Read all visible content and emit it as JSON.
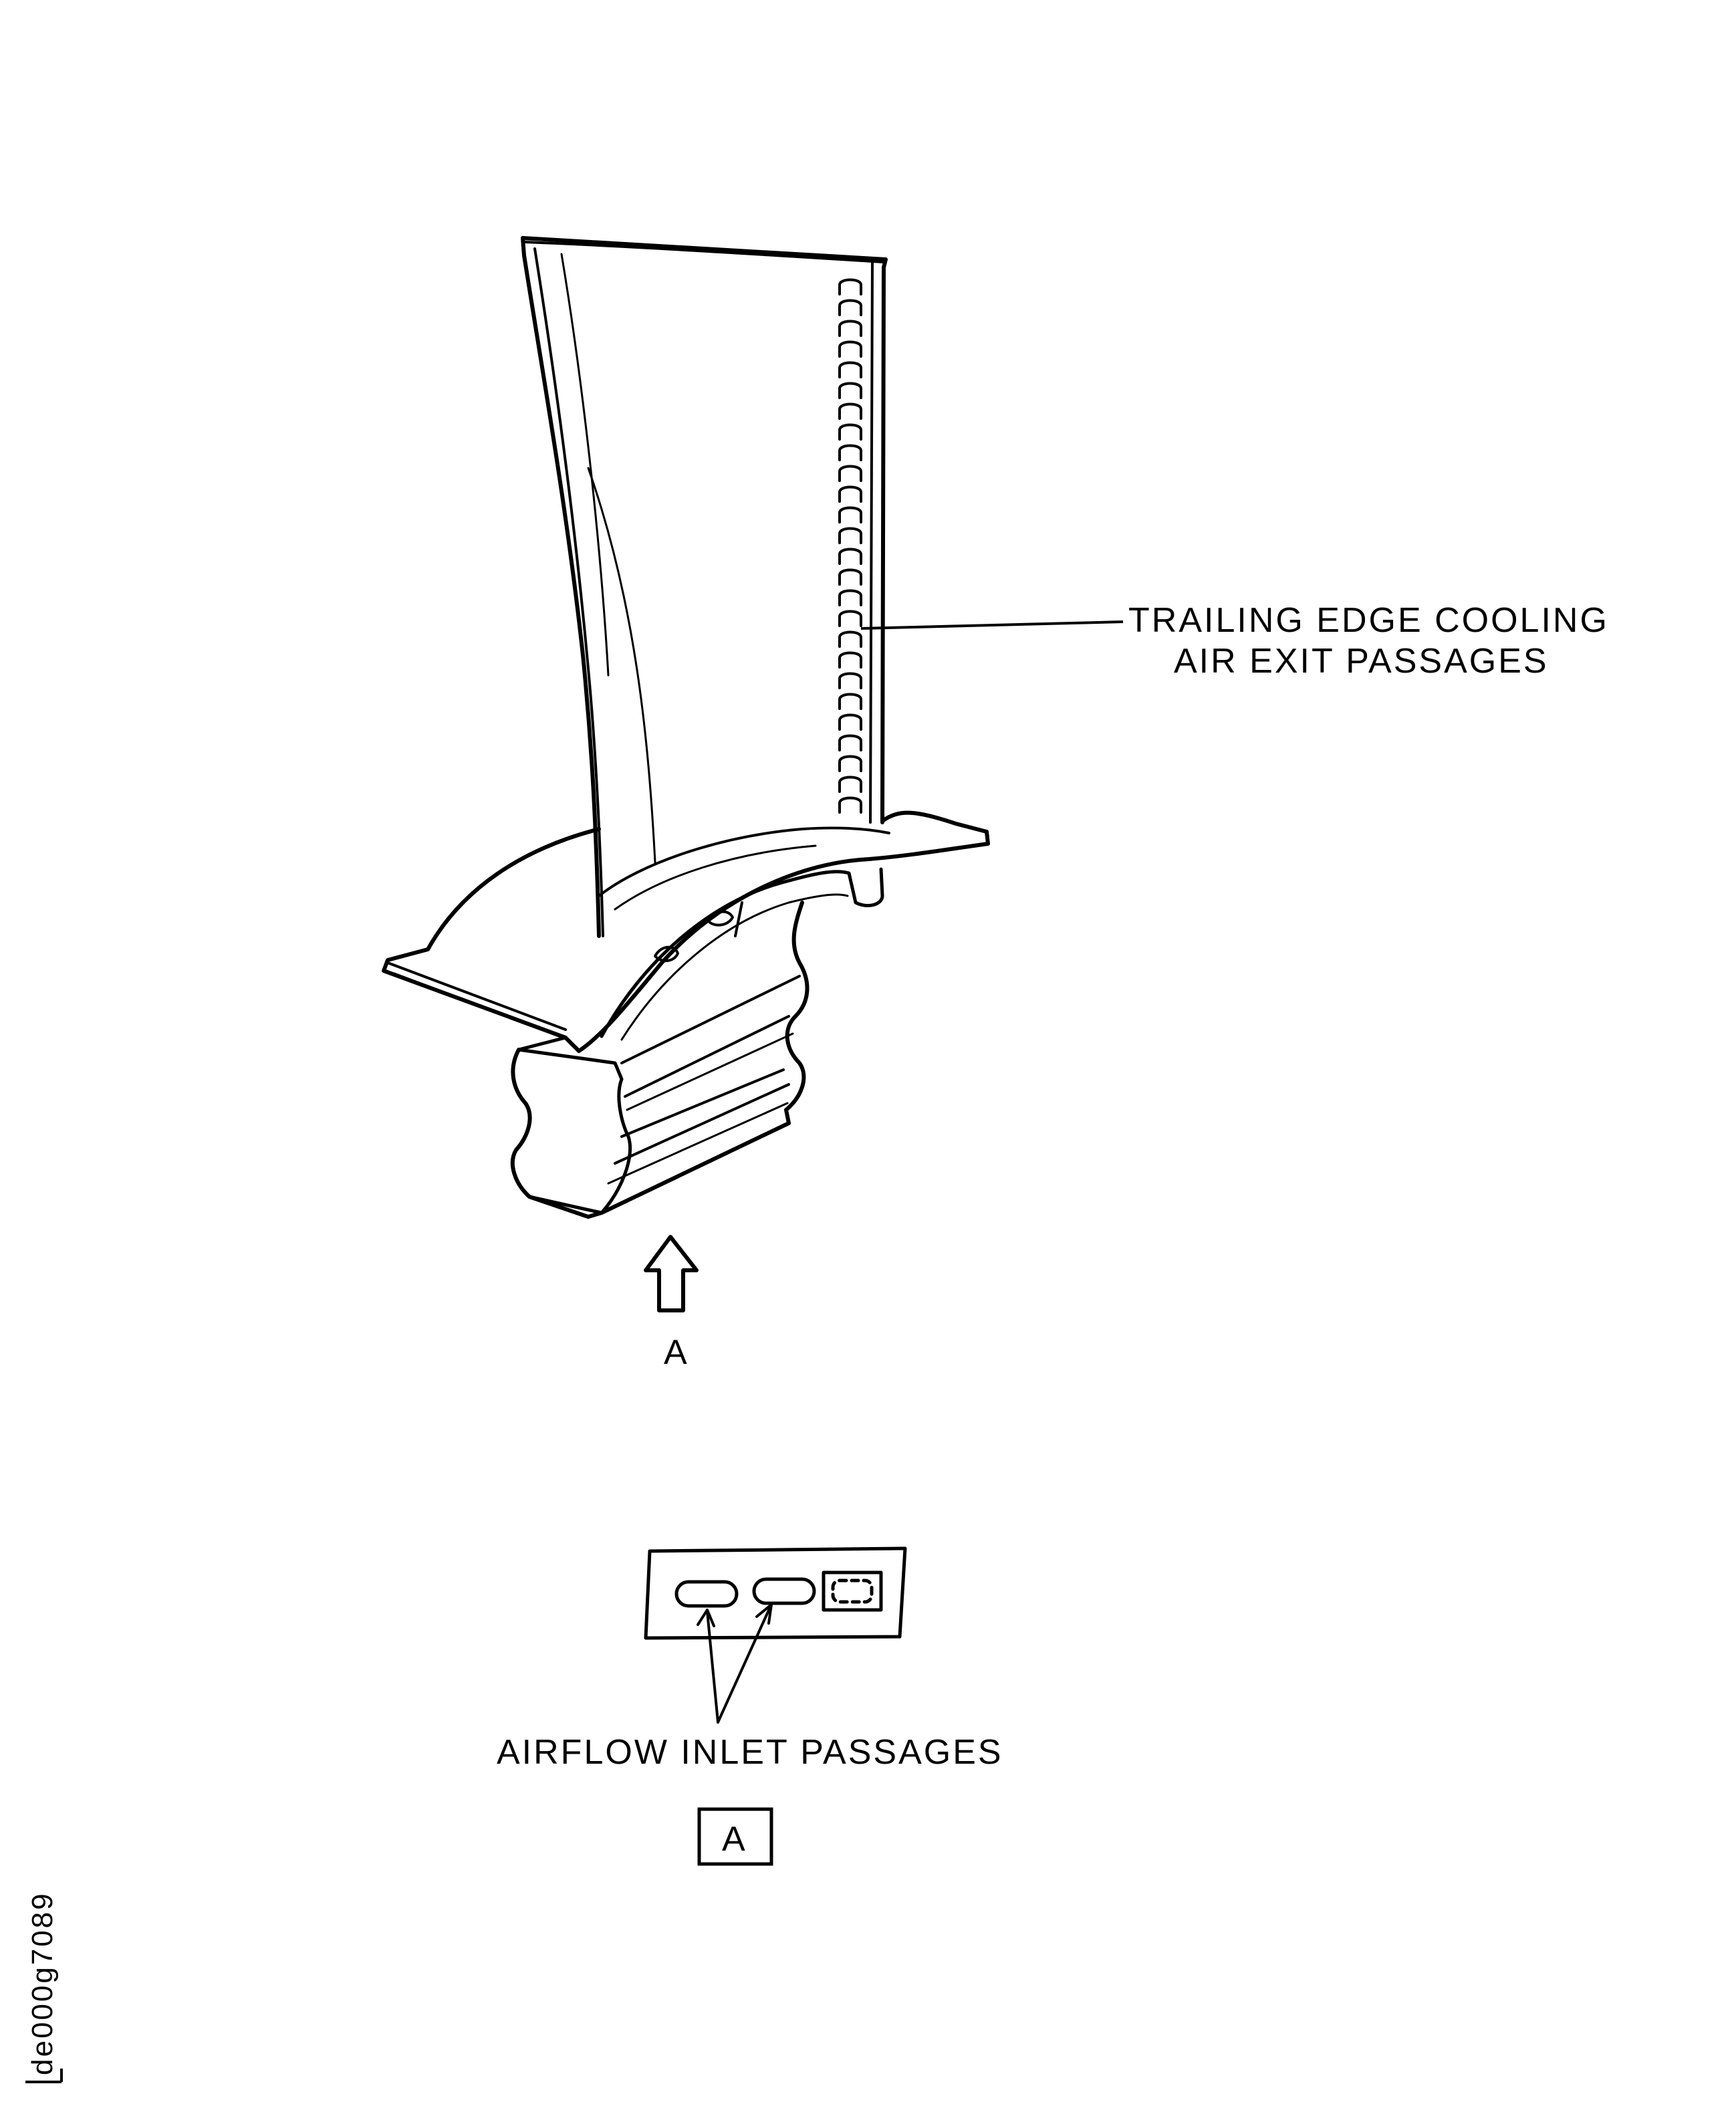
{
  "labels": {
    "trailing_edge_line1": "TRAILING EDGE COOLING",
    "trailing_edge_line2": "AIR EXIT PASSAGES",
    "view_arrow_letter": "A",
    "airflow_inlet": "AIRFLOW INLET PASSAGES",
    "view_box_letter": "A",
    "figure_id": "de000g7089"
  },
  "colors": {
    "ink": "#000000",
    "paper": "#ffffff"
  }
}
